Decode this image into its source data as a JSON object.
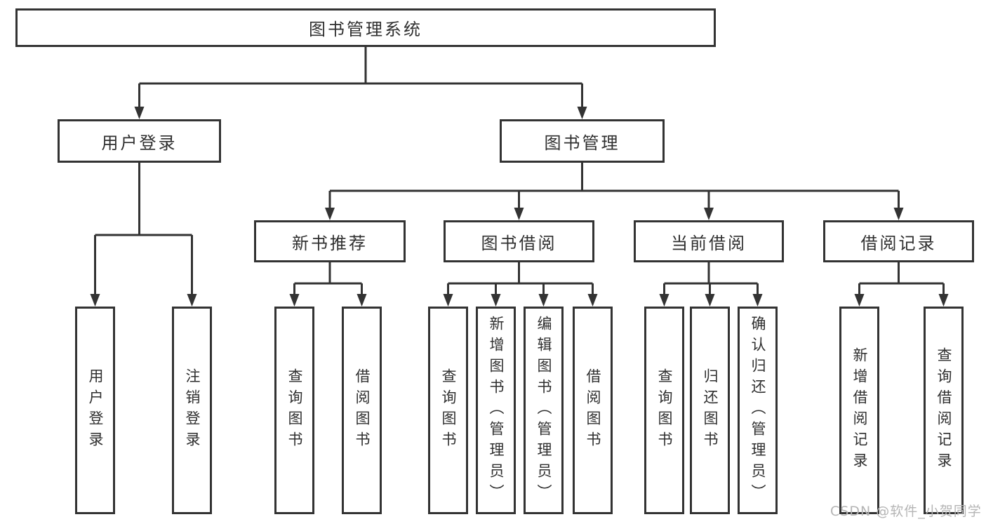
{
  "colors": {
    "line": "#333333",
    "box_border": "#333333",
    "box_fill": "#ffffff",
    "text": "#2f2f2f",
    "watermark_text": "#b5b5b5",
    "background": "#ffffff"
  },
  "diagram": {
    "root": {
      "label": "图书管理系统"
    },
    "level2": [
      {
        "label": "用户登录",
        "children": [
          "用户登录",
          "注销登录"
        ]
      },
      {
        "label": "图书管理"
      }
    ],
    "level3": [
      {
        "label": "新书推荐",
        "children": [
          "查询图书",
          "借阅图书"
        ]
      },
      {
        "label": "图书借阅",
        "children": [
          "查询图书",
          "新增图书（管理员）",
          "编辑图书（管理员）",
          "借阅图书"
        ]
      },
      {
        "label": "当前借阅",
        "children": [
          "查询图书",
          "归还图书",
          "确认归还（管理员）"
        ]
      },
      {
        "label": "借阅记录",
        "children": [
          "新增借阅记录",
          "查询借阅记录"
        ]
      }
    ]
  },
  "watermark": {
    "text": "CSDN @软件_小贺同学"
  }
}
